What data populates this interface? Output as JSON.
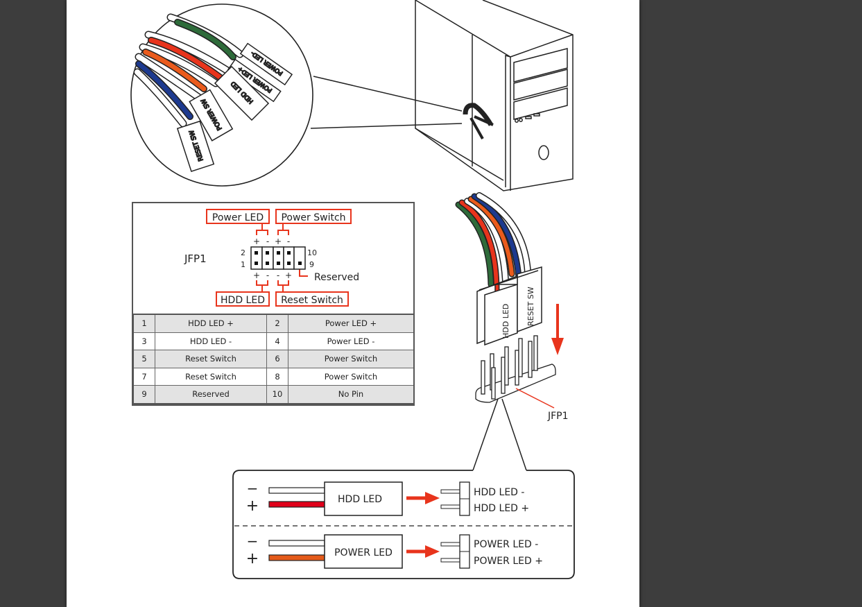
{
  "viewer": {
    "background_color": "#3d3d3d",
    "page_color": "#ffffff"
  },
  "colors": {
    "accent_red": "#e8341c",
    "wire_green": "#2e6b3a",
    "wire_red": "#e8341c",
    "wire_orange": "#ea5b1c",
    "wire_blue": "#1d3a8f",
    "hdd_led_plus_wire": "#e0001a",
    "power_led_plus_wire": "#e45a1a"
  },
  "magnified_connectors": {
    "labels": [
      "POWER LED-",
      "POWER LED+",
      "HDD LED",
      "POWER SW",
      "RESET SW"
    ]
  },
  "header_diagram": {
    "title": "JFP1",
    "top_labels": [
      "Power LED",
      "Power Switch"
    ],
    "bottom_labels": [
      "HDD LED",
      "Reset Switch"
    ],
    "reserved_label": "Reserved",
    "pin_numbers": {
      "top_left": "2",
      "bottom_left": "1",
      "top_right": "10",
      "bottom_right": "9"
    },
    "top_polarity": [
      "+",
      "-",
      "+",
      "-"
    ],
    "bottom_polarity": [
      "+",
      "-",
      "-",
      "+"
    ]
  },
  "pin_table": {
    "rows": [
      {
        "pin_a": "1",
        "name_a": "HDD LED +",
        "pin_b": "2",
        "name_b": "Power LED +"
      },
      {
        "pin_a": "3",
        "name_a": "HDD LED -",
        "pin_b": "4",
        "name_b": "Power LED -"
      },
      {
        "pin_a": "5",
        "name_a": "Reset Switch",
        "pin_b": "6",
        "name_b": "Power Switch"
      },
      {
        "pin_a": "7",
        "name_a": "Reset Switch",
        "pin_b": "8",
        "name_b": "Power Switch"
      },
      {
        "pin_a": "9",
        "name_a": "Reserved",
        "pin_b": "10",
        "name_b": "No Pin"
      }
    ]
  },
  "plug_illustration": {
    "plug_labels": [
      "HDD LED",
      "RESET SW"
    ],
    "header_label": "JFP1"
  },
  "polarity_box": {
    "sections": [
      {
        "minus": "−",
        "plus": "+",
        "connector": "HDD LED",
        "pin_minus": "HDD LED -",
        "pin_plus": "HDD LED +"
      },
      {
        "minus": "−",
        "plus": "+",
        "connector": "POWER LED",
        "pin_minus": "POWER LED -",
        "pin_plus": "POWER LED +"
      }
    ]
  }
}
